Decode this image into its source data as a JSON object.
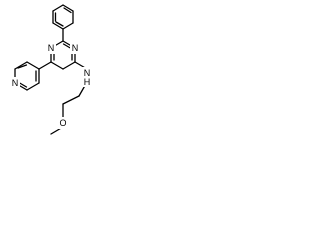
{
  "molecule": {
    "atom_labels": {
      "pyrimidine_n1": "N",
      "pyrimidine_n3": "N",
      "pyridine_n": "N",
      "amine_n": "N",
      "amine_h": "H",
      "ether_o": "O"
    }
  }
}
